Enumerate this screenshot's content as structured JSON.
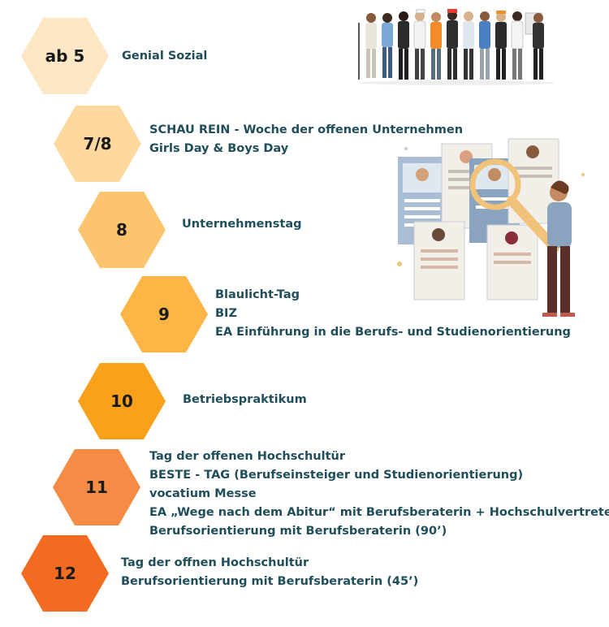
{
  "colors": {
    "text": "#1f4e5a",
    "grade_ab5": "#fde7c4",
    "grade_78": "#fdd9a0",
    "grade_8": "#fdc46e",
    "grade_9": "#fdb546",
    "grade_10": "#f9a11b",
    "grade_11": "#f68b46",
    "grade_12": "#f26b20"
  },
  "steps": [
    {
      "grade": "ab 5",
      "lines": [
        "Genial Sozial"
      ]
    },
    {
      "grade": "7/8",
      "lines": [
        "SCHAU REIN - Woche der offenen Unternehmen",
        "Girls Day & Boys Day"
      ]
    },
    {
      "grade": "8",
      "lines": [
        "Unternehmenstag"
      ]
    },
    {
      "grade": "9",
      "lines": [
        "Blaulicht-Tag",
        "BIZ",
        "EA Einführung in die Berufs- und Studienorientierung"
      ]
    },
    {
      "grade": "10",
      "lines": [
        "Betriebspraktikum"
      ]
    },
    {
      "grade": "11",
      "lines": [
        "Tag der offenen Hochschultür",
        "BESTE - TAG (Berufseinsteiger und Studienorientierung)",
        "vocatium Messe",
        "EA „Wege nach dem Abitur“ mit Berufsberaterin + Hochschulvertretern",
        "Berufsorientierung mit Berufsberaterin (90’)"
      ]
    },
    {
      "grade": "12",
      "lines": [
        "Tag der offnen Hochschultür",
        "Berufsorientierung mit Berufsberaterin (45’)"
      ]
    }
  ],
  "illustrations": [
    "workers-group-illustration",
    "job-search-magnifier-illustration"
  ]
}
